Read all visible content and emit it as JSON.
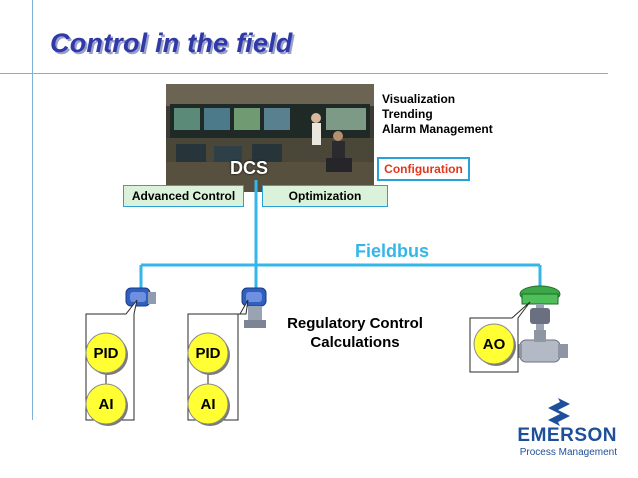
{
  "title": "Control in the field",
  "dcs": {
    "label": "DCS",
    "functions": [
      "Visualization",
      "Trending",
      "Alarm Management"
    ],
    "configuration_label": "Configuration",
    "advanced_control_label": "Advanced Control",
    "optimization_label": "Optimization"
  },
  "network": {
    "label": "Fieldbus"
  },
  "center_text": [
    "Regulatory Control",
    "Calculations"
  ],
  "devices": [
    {
      "blocks": [
        "PID",
        "AI"
      ]
    },
    {
      "blocks": [
        "PID",
        "AI"
      ]
    },
    {
      "blocks": [
        "AO"
      ]
    }
  ],
  "branding": {
    "company": "EMERSON",
    "division": "Process Management"
  },
  "colors": {
    "title": "#2f3aa8",
    "bus": "#35b6e8",
    "config_text": "#e2371c",
    "block_fill": "#ffff33",
    "green_box": "#d9f2d9"
  }
}
